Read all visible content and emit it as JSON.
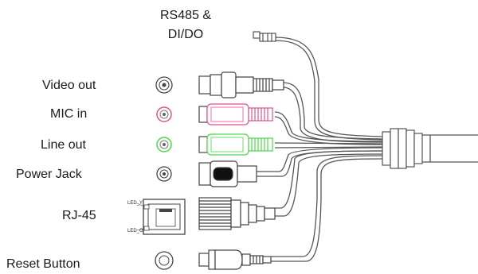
{
  "labels": {
    "rs485_line1": "RS485 &",
    "rs485_line2": "DI/DO",
    "video_out": "Video out",
    "mic_in": "MIC in",
    "line_out": "Line out",
    "power_jack": "Power Jack",
    "rj45": "RJ-45",
    "reset_button": "Reset Button",
    "led_y": "LED_Y",
    "led_g": "LED_G"
  },
  "colors": {
    "mic_accent": "#e0528f",
    "line_accent": "#4cd64c",
    "stroke": "#444444"
  },
  "icons": [
    "bnc-socket-icon",
    "audio-jack-icon",
    "power-jack-icon",
    "rj45-port-icon",
    "reset-button-icon"
  ]
}
